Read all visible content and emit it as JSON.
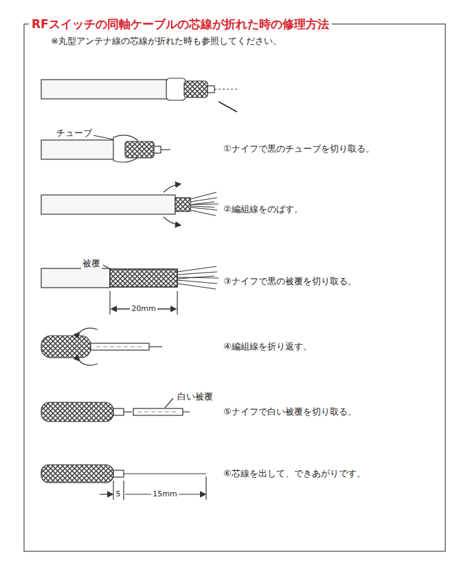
{
  "diagram": {
    "title": "RFスイッチの同軸ケーブルの芯線が折れた時の修理方法",
    "labels": [
      "※丸型アンテナ線の芯線が折れた時も参照してください。",
      "チューブ",
      "①ナイフで黒のチューブを切り取る。",
      "②編組線をのばす。",
      "被覆",
      "③ナイフで黒の被覆を切り取る。",
      "20mm",
      "④編組線を折り返す。",
      "白い被覆",
      "⑤ナイフで白い被覆を切り取る。",
      "5",
      "15mm",
      "⑥芯線を出して、できあがりです。"
    ]
  }
}
